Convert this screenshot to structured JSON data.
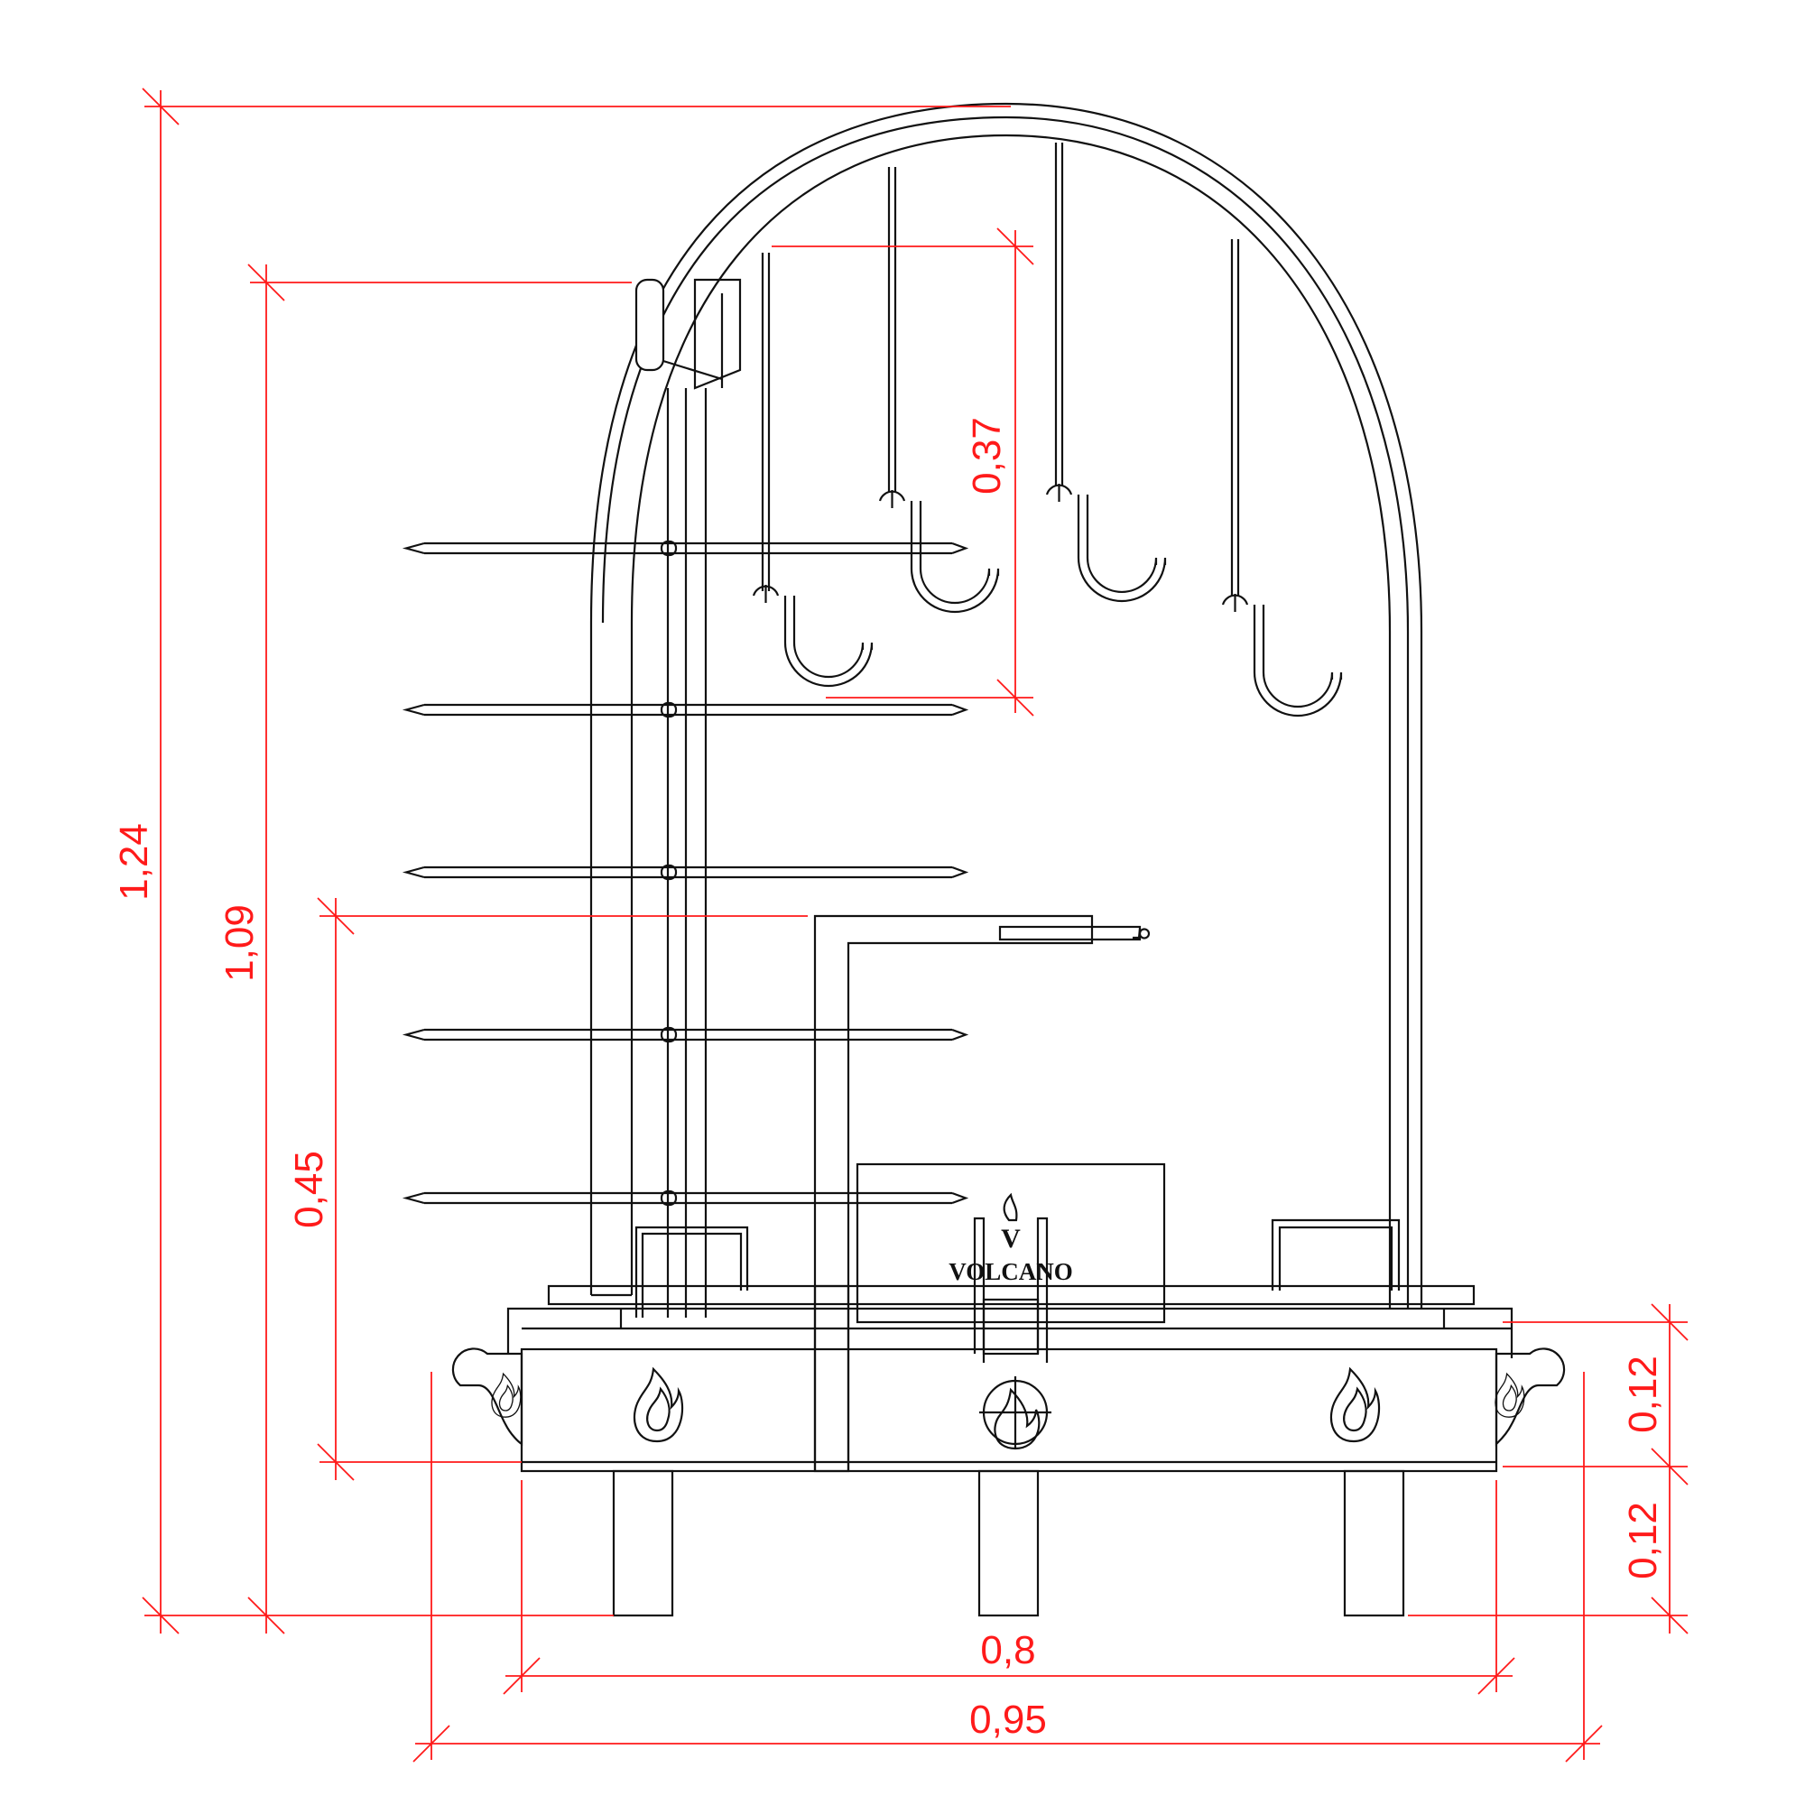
{
  "drawing": {
    "brand": {
      "logo_letter": "V",
      "name": "VOLCANO"
    },
    "dimensions": {
      "total_height": "1,24",
      "frame_height": "1,09",
      "hook_drop": "0,37",
      "table_height": "0,45",
      "box_height": "0,12",
      "leg_height": "0,12",
      "box_width": "0,8",
      "total_width": "0,95"
    },
    "colors": {
      "linework": "#111111",
      "dimension": "#ff1a1a",
      "background": "#ffffff"
    }
  }
}
